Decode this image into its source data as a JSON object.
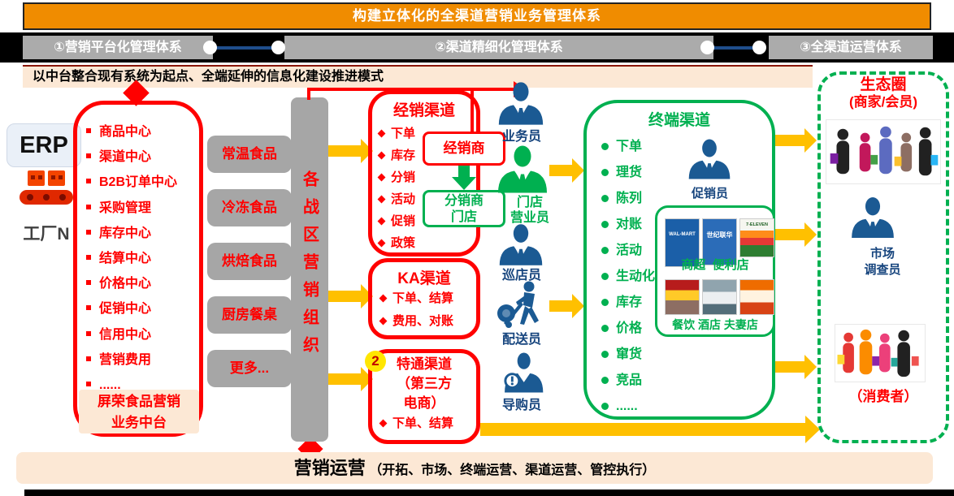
{
  "banner": {
    "title": "构建立体化的全渠道营销业务管理体系"
  },
  "nav": {
    "item1": "①营销平台化管理体系",
    "item2": "②渠道精细化管理体系",
    "item3": "③全渠道运营体系"
  },
  "subtitle": {
    "text": "以中台整合现有系统为起点、全端延伸的信息化建设推进模式"
  },
  "left": {
    "erp_label": "ERP",
    "factory_label": "工厂N",
    "platform": {
      "items": [
        "商品中心",
        "渠道中心",
        "B2B订单中心",
        "采购管理",
        "库存中心",
        "结算中心",
        "价格中心",
        "促销中心",
        "信用中心",
        "营销费用",
        "......"
      ],
      "caption_line1": "屏荣食品营销",
      "caption_line2": "业务中台"
    }
  },
  "divisions": {
    "products": [
      "常温食品",
      "冷冻食品",
      "烘焙食品",
      "厨房餐桌",
      "更多..."
    ],
    "org_label": "各战区营销组织"
  },
  "distribution": {
    "title": "经销渠道",
    "items": [
      "下单",
      "库存",
      "分销",
      "活动",
      "促销",
      "政策"
    ],
    "dealer_label": "经销商",
    "substore_line1": "分销商",
    "substore_line2": "门店"
  },
  "ka": {
    "title": "KA渠道",
    "items": [
      "下单、结算",
      "费用、对账"
    ]
  },
  "special": {
    "badge": "2",
    "title_line1": "特通渠道",
    "title_line2": "（第三方",
    "title_line3": "电商）",
    "item": "下单、结算"
  },
  "roles": {
    "salesman": "业务员",
    "store_clerk_line1": "门店",
    "store_clerk_line2": "营业员",
    "patrol": "巡店员",
    "delivery": "配送员",
    "guide": "导购员"
  },
  "terminal": {
    "title": "终端渠道",
    "items": [
      "下单",
      "理货",
      "陈列",
      "对账",
      "活动",
      "生动化",
      "库存",
      "价格",
      "窜货",
      "竞品",
      "......"
    ],
    "promoter": "促销员",
    "stores": {
      "photo_names": [
        "WAL-MART",
        "世纪联华",
        "7-ELEVEN"
      ],
      "row1_label": "商超  便利店",
      "row2_label": "餐饮 酒店 夫妻店"
    }
  },
  "ecosystem": {
    "title_line1": "生态圈",
    "title_line2": "(商家/会员)",
    "researcher_line1": "市场",
    "researcher_line2": "调查员",
    "consumer_label": "（消费者）"
  },
  "footer": {
    "title": "营销运营",
    "detail": "（开拓、市场、终端运营、渠道运营、管控执行）"
  },
  "colors": {
    "banner_orange": "#F08C00",
    "accent_red": "#FF0000",
    "accent_green": "#00B050",
    "arrow_yellow": "#FFC000",
    "person_blue": "#1B5A93",
    "bar_gray": "#A6A6A6",
    "beige": "#FCE8D5"
  }
}
